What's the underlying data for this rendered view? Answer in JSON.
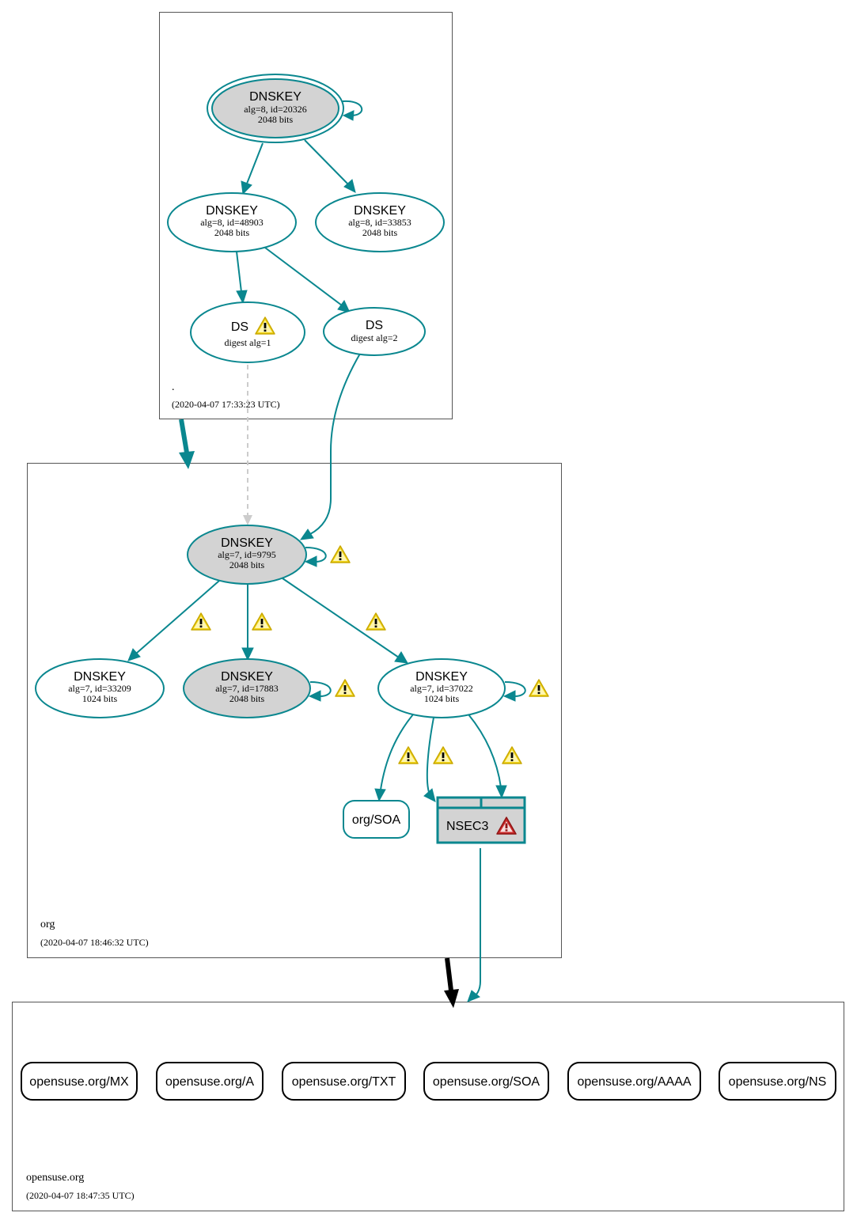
{
  "zones": {
    "root": {
      "name": ".",
      "timestamp": "(2020-04-07 17:33:23 UTC)",
      "nodes": {
        "ksk_20326": {
          "type": "DNSKEY",
          "detail": "alg=8, id=20326",
          "bits": "2048 bits"
        },
        "zsk_48903": {
          "type": "DNSKEY",
          "detail": "alg=8, id=48903",
          "bits": "2048 bits"
        },
        "zsk_33853": {
          "type": "DNSKEY",
          "detail": "alg=8, id=33853",
          "bits": "2048 bits"
        },
        "ds_1": {
          "type": "DS",
          "detail": "digest alg=1"
        },
        "ds_2": {
          "type": "DS",
          "detail": "digest alg=2"
        }
      }
    },
    "org": {
      "name": "org",
      "timestamp": "(2020-04-07 18:46:32 UTC)",
      "nodes": {
        "ksk_9795": {
          "type": "DNSKEY",
          "detail": "alg=7, id=9795",
          "bits": "2048 bits"
        },
        "zsk_33209": {
          "type": "DNSKEY",
          "detail": "alg=7, id=33209",
          "bits": "1024 bits"
        },
        "ksk_17883": {
          "type": "DNSKEY",
          "detail": "alg=7, id=17883",
          "bits": "2048 bits"
        },
        "zsk_37022": {
          "type": "DNSKEY",
          "detail": "alg=7, id=37022",
          "bits": "1024 bits"
        },
        "soa": {
          "label": "org/SOA"
        },
        "nsec3": {
          "label": "NSEC3"
        }
      }
    },
    "opensuse": {
      "name": "opensuse.org",
      "timestamp": "(2020-04-07 18:47:35 UTC)",
      "records": [
        "opensuse.org/MX",
        "opensuse.org/A",
        "opensuse.org/TXT",
        "opensuse.org/SOA",
        "opensuse.org/AAAA",
        "opensuse.org/NS"
      ]
    }
  },
  "colors": {
    "edge": "#0a878f",
    "node_grey": "#d3d3d3",
    "warning_yellow": "#f2d61c",
    "error_red": "#cc2a2a",
    "insecure_edge": "#cccccc",
    "delegation_black": "#000000"
  },
  "icons": {
    "warning": "warning-icon",
    "error": "error-icon"
  }
}
